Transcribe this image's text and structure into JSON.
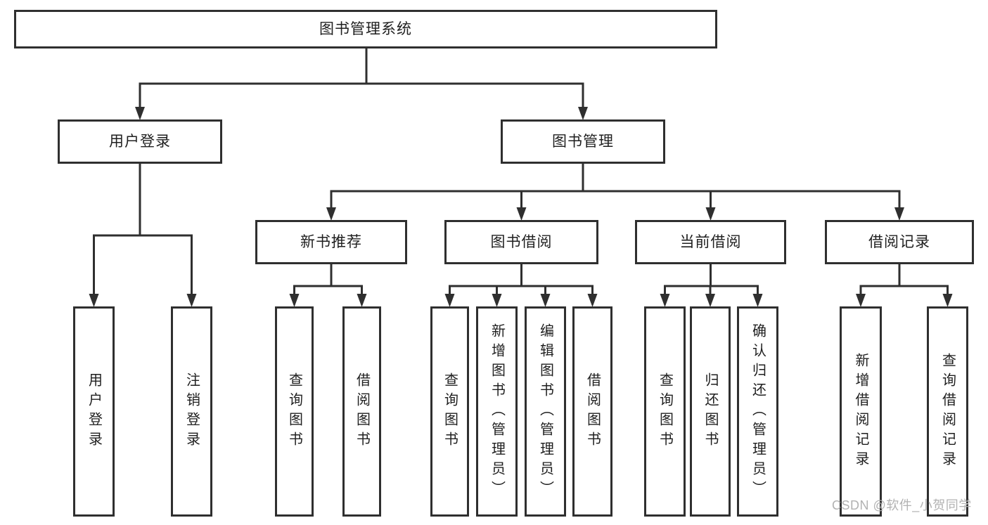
{
  "diagram": {
    "type": "tree",
    "watermark": "CSDN @软件_小贺同学",
    "colors": {
      "line": "#2f2f2f",
      "box_border": "#2f2f2f",
      "box_fill": "#ffffff",
      "text": "#1f1f1f",
      "watermark": "#b2b2b2",
      "background": "#ffffff"
    },
    "root": {
      "label": "图书管理系统",
      "children": [
        {
          "label": "用户登录",
          "children": [
            {
              "label": "用户登录"
            },
            {
              "label": "注销登录"
            }
          ]
        },
        {
          "label": "图书管理",
          "children": [
            {
              "label": "新书推荐",
              "children": [
                {
                  "label": "查询图书"
                },
                {
                  "label": "借阅图书"
                }
              ]
            },
            {
              "label": "图书借阅",
              "children": [
                {
                  "label": "查询图书"
                },
                {
                  "label": "新增图书（管理员）"
                },
                {
                  "label": "编辑图书（管理员）"
                },
                {
                  "label": "借阅图书"
                }
              ]
            },
            {
              "label": "当前借阅",
              "children": [
                {
                  "label": "查询图书"
                },
                {
                  "label": "归还图书"
                },
                {
                  "label": "确认归还（管理员）"
                }
              ]
            },
            {
              "label": "借阅记录",
              "children": [
                {
                  "label": "新增借阅记录"
                },
                {
                  "label": "查询借阅记录"
                }
              ]
            }
          ]
        }
      ]
    }
  }
}
